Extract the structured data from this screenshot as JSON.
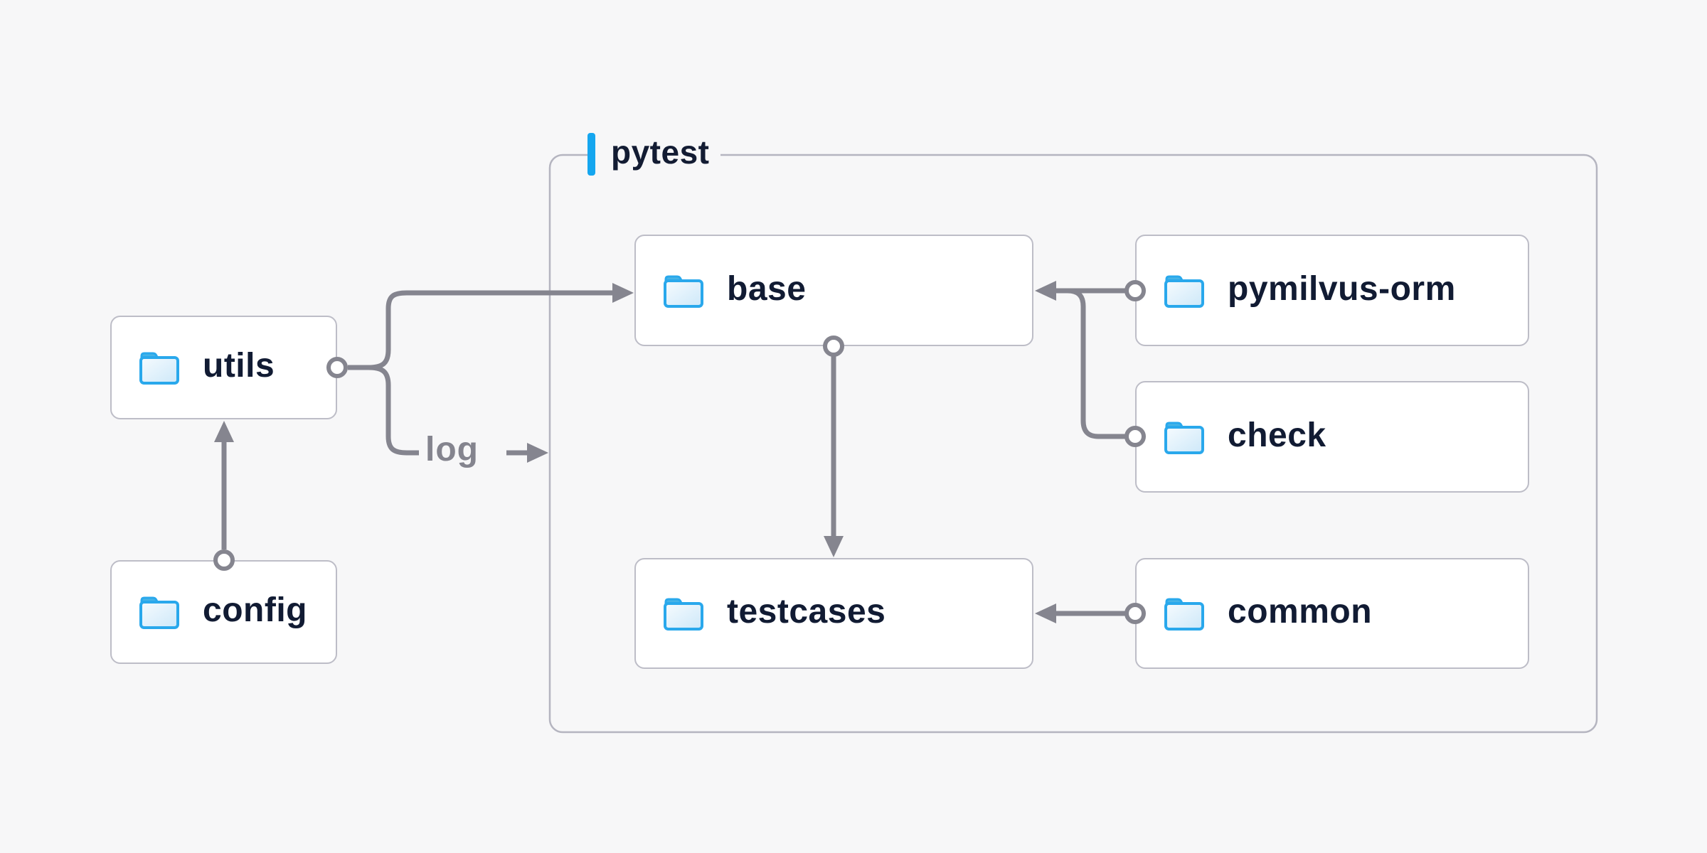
{
  "diagram": {
    "group": {
      "label": "pytest"
    },
    "nodes": {
      "utils": {
        "label": "utils"
      },
      "config": {
        "label": "config"
      },
      "base": {
        "label": "base"
      },
      "pymilvus_orm": {
        "label": "pymilvus-orm"
      },
      "check": {
        "label": "check"
      },
      "testcases": {
        "label": "testcases"
      },
      "common": {
        "label": "common"
      }
    },
    "edge_label": {
      "log": "log"
    },
    "edges": [
      {
        "from": "utils",
        "to": "base",
        "label": ""
      },
      {
        "from": "utils",
        "to": "pytest-group",
        "label": "log"
      },
      {
        "from": "config",
        "to": "utils",
        "label": ""
      },
      {
        "from": "base",
        "to": "testcases",
        "label": ""
      },
      {
        "from": "pymilvus-orm",
        "to": "base",
        "label": ""
      },
      {
        "from": "check",
        "to": "base",
        "label": ""
      },
      {
        "from": "common",
        "to": "testcases",
        "label": ""
      }
    ],
    "colors": {
      "background": "#F7F7F8",
      "node_background": "#FFFFFF",
      "node_border": "#BDBDC7",
      "group_border": "#B5B5C0",
      "connector": "#85858F",
      "text": "#111B33",
      "edge_label_text": "#84848E",
      "accent_blue": "#15A6EF",
      "folder_stroke": "#29A8EC",
      "folder_tab": "#46B3E6",
      "folder_fill_light": "#F6FBFE",
      "folder_fill_dark": "#CDE8F9"
    }
  }
}
